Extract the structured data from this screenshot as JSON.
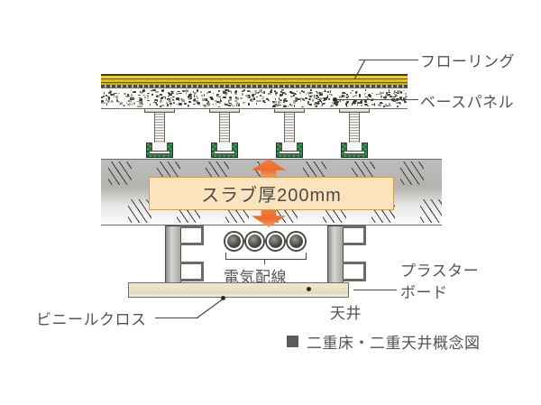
{
  "diagram": {
    "caption": {
      "marker": "■",
      "text": "二重床・二重天井概念図"
    },
    "callout": {
      "slab_thickness": "スラブ厚200mm",
      "box_color": "#fae3bd",
      "border_color": "#cf9d5a",
      "arrow_color": "#ef6b28"
    },
    "labels": {
      "flooring": "フローリング",
      "base_panel": "ベースパネル",
      "electrical_wiring": "電気配線",
      "vinyl_cloth": "ビニールクロス",
      "plaster_board_line1": "プラスター",
      "plaster_board_line2": "ボード",
      "ceiling": "天井"
    },
    "components": {
      "flooring_layer_color": "#f2d21a",
      "base_panel_color": "#fbfbfa",
      "pedestal_base_color": "#1d6b34",
      "slab_color": "#b4b3b0",
      "ceiling_board_color": "#e9e0c2",
      "conduit_count": 4,
      "pedestal_count": 4,
      "hanger_count": 2
    }
  }
}
